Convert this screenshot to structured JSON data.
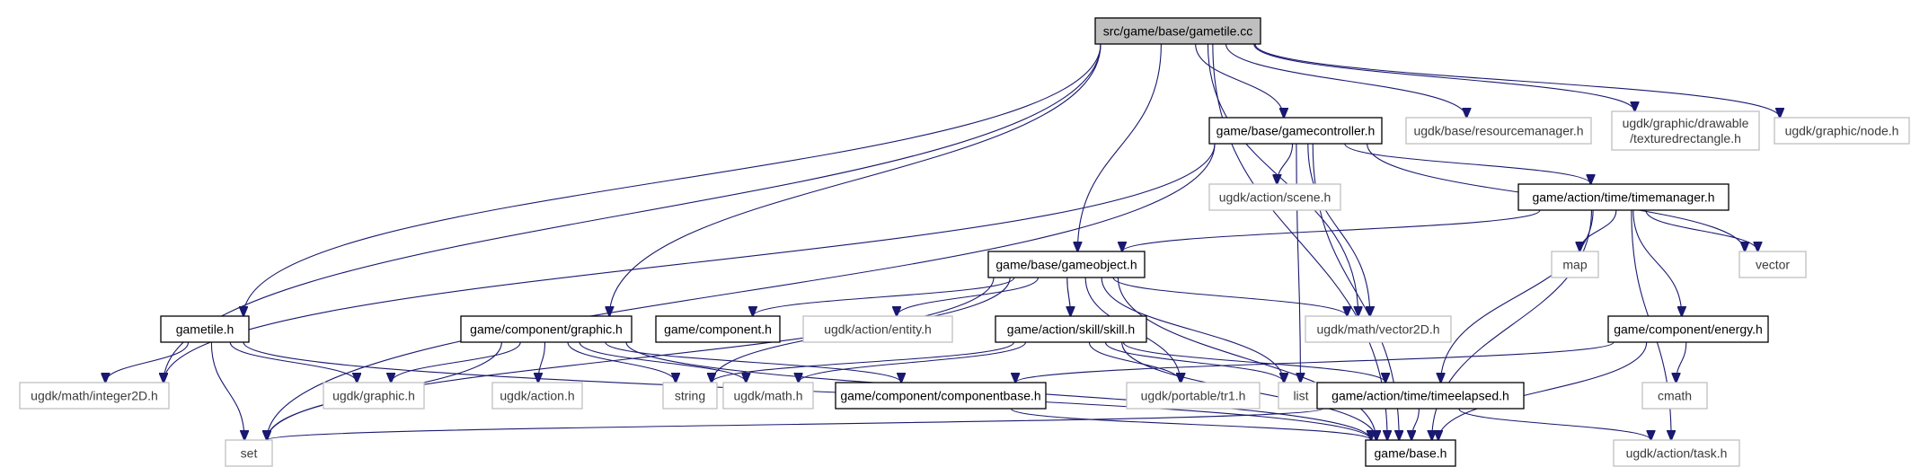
{
  "diagram": {
    "type": "include-dependency-graph",
    "nodes": [
      {
        "id": "gametile_cc",
        "label": "src/game/base/gametile.cc",
        "kind": "root"
      },
      {
        "id": "gamecontroller_h",
        "label": "game/base/gamecontroller.h",
        "kind": "documented"
      },
      {
        "id": "resourcemanager_h",
        "label": "ugdk/base/resourcemanager.h",
        "kind": "external"
      },
      {
        "id": "texturedrectangle_h",
        "label": "ugdk/graphic/drawable\n/texturedrectangle.h",
        "kind": "external"
      },
      {
        "id": "node_h",
        "label": "ugdk/graphic/node.h",
        "kind": "external"
      },
      {
        "id": "scene_h",
        "label": "ugdk/action/scene.h",
        "kind": "external"
      },
      {
        "id": "timemanager_h",
        "label": "game/action/time/timemanager.h",
        "kind": "documented"
      },
      {
        "id": "gameobject_h",
        "label": "game/base/gameobject.h",
        "kind": "documented"
      },
      {
        "id": "map",
        "label": "map",
        "kind": "external"
      },
      {
        "id": "vector",
        "label": "vector",
        "kind": "external"
      },
      {
        "id": "gametile_h",
        "label": "gametile.h",
        "kind": "documented"
      },
      {
        "id": "graphic_h",
        "label": "game/component/graphic.h",
        "kind": "documented"
      },
      {
        "id": "component_h",
        "label": "game/component.h",
        "kind": "documented"
      },
      {
        "id": "entity_h",
        "label": "ugdk/action/entity.h",
        "kind": "external"
      },
      {
        "id": "skill_h",
        "label": "game/action/skill/skill.h",
        "kind": "documented"
      },
      {
        "id": "vector2d_h",
        "label": "ugdk/math/vector2D.h",
        "kind": "external"
      },
      {
        "id": "energy_h",
        "label": "game/component/energy.h",
        "kind": "documented"
      },
      {
        "id": "integer2d_h",
        "label": "ugdk/math/integer2D.h",
        "kind": "external"
      },
      {
        "id": "ugdk_graphic_h",
        "label": "ugdk/graphic.h",
        "kind": "external"
      },
      {
        "id": "ugdk_action_h",
        "label": "ugdk/action.h",
        "kind": "external"
      },
      {
        "id": "string",
        "label": "string",
        "kind": "external"
      },
      {
        "id": "ugdk_math_h",
        "label": "ugdk/math.h",
        "kind": "external"
      },
      {
        "id": "componentbase_h",
        "label": "game/component/componentbase.h",
        "kind": "documented"
      },
      {
        "id": "tr1_h",
        "label": "ugdk/portable/tr1.h",
        "kind": "external"
      },
      {
        "id": "list",
        "label": "list",
        "kind": "external"
      },
      {
        "id": "timeelapsed_h",
        "label": "game/action/time/timeelapsed.h",
        "kind": "documented"
      },
      {
        "id": "cmath",
        "label": "cmath",
        "kind": "external"
      },
      {
        "id": "set",
        "label": "set",
        "kind": "external"
      },
      {
        "id": "base_h",
        "label": "game/base.h",
        "kind": "documented"
      },
      {
        "id": "task_h",
        "label": "ugdk/action/task.h",
        "kind": "external"
      }
    ],
    "edges": [
      [
        "gametile_cc",
        "gamecontroller_h"
      ],
      [
        "gametile_cc",
        "resourcemanager_h"
      ],
      [
        "gametile_cc",
        "texturedrectangle_h"
      ],
      [
        "gametile_cc",
        "node_h"
      ],
      [
        "gametile_cc",
        "integer2d_h"
      ],
      [
        "gametile_cc",
        "gametile_h"
      ],
      [
        "gametile_cc",
        "graphic_h"
      ],
      [
        "gametile_cc",
        "gameobject_h"
      ],
      [
        "gametile_cc",
        "vector2d_h"
      ],
      [
        "gametile_cc",
        "base_h"
      ],
      [
        "gamecontroller_h",
        "scene_h"
      ],
      [
        "gamecontroller_h",
        "timemanager_h"
      ],
      [
        "gamecontroller_h",
        "vector"
      ],
      [
        "gamecontroller_h",
        "vector2d_h"
      ],
      [
        "gamecontroller_h",
        "list"
      ],
      [
        "gamecontroller_h",
        "base_h"
      ],
      [
        "gamecontroller_h",
        "set"
      ],
      [
        "gamecontroller_h",
        "integer2d_h"
      ],
      [
        "timemanager_h",
        "gameobject_h"
      ],
      [
        "timemanager_h",
        "map"
      ],
      [
        "timemanager_h",
        "vector"
      ],
      [
        "timemanager_h",
        "energy_h"
      ],
      [
        "timemanager_h",
        "timeelapsed_h"
      ],
      [
        "timemanager_h",
        "base_h"
      ],
      [
        "timemanager_h",
        "task_h"
      ],
      [
        "gameobject_h",
        "component_h"
      ],
      [
        "gameobject_h",
        "entity_h"
      ],
      [
        "gameobject_h",
        "skill_h"
      ],
      [
        "gameobject_h",
        "vector2d_h"
      ],
      [
        "gameobject_h",
        "set"
      ],
      [
        "gameobject_h",
        "string"
      ],
      [
        "gameobject_h",
        "tr1_h"
      ],
      [
        "gameobject_h",
        "list"
      ],
      [
        "gameobject_h",
        "base_h"
      ],
      [
        "gametile_h",
        "integer2d_h"
      ],
      [
        "gametile_h",
        "ugdk_graphic_h"
      ],
      [
        "gametile_h",
        "set"
      ],
      [
        "gametile_h",
        "base_h"
      ],
      [
        "graphic_h",
        "ugdk_graphic_h"
      ],
      [
        "graphic_h",
        "ugdk_action_h"
      ],
      [
        "graphic_h",
        "string"
      ],
      [
        "graphic_h",
        "ugdk_math_h"
      ],
      [
        "graphic_h",
        "componentbase_h"
      ],
      [
        "graphic_h",
        "set"
      ],
      [
        "graphic_h",
        "base_h"
      ],
      [
        "skill_h",
        "string"
      ],
      [
        "skill_h",
        "ugdk_math_h"
      ],
      [
        "skill_h",
        "tr1_h"
      ],
      [
        "skill_h",
        "list"
      ],
      [
        "skill_h",
        "timeelapsed_h"
      ],
      [
        "skill_h",
        "base_h"
      ],
      [
        "energy_h",
        "componentbase_h"
      ],
      [
        "energy_h",
        "cmath"
      ],
      [
        "energy_h",
        "base_h"
      ],
      [
        "componentbase_h",
        "base_h"
      ],
      [
        "timeelapsed_h",
        "base_h"
      ],
      [
        "timeelapsed_h",
        "task_h"
      ],
      [
        "timeelapsed_h",
        "set"
      ]
    ]
  }
}
